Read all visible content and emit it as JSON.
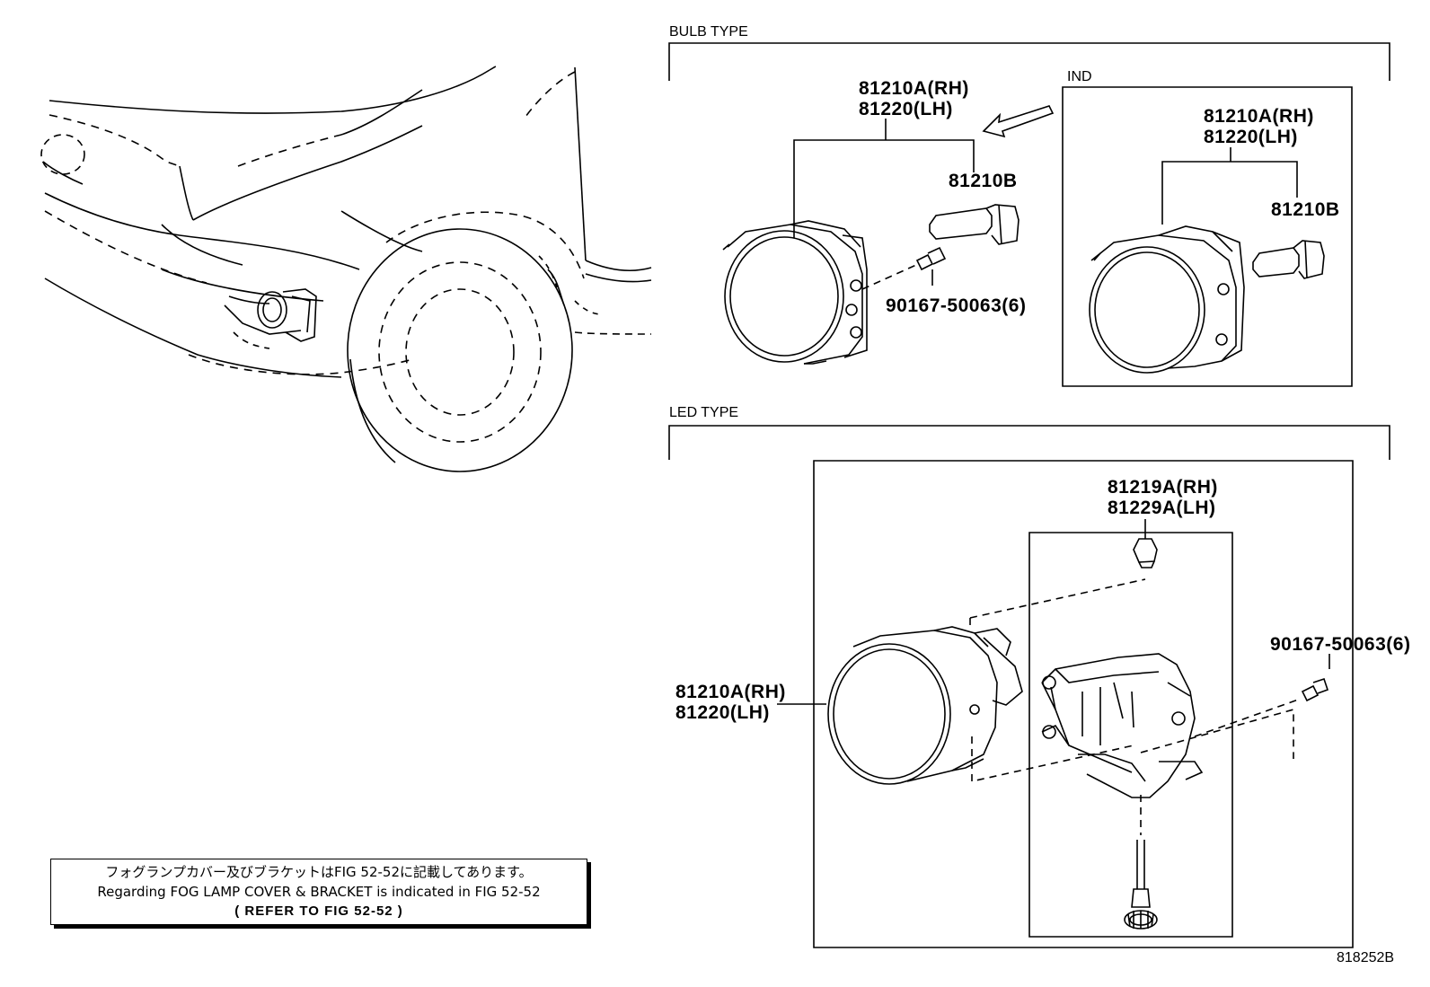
{
  "sections": {
    "bulb_type": "BULB TYPE",
    "ind": "IND",
    "led_type": "LED TYPE"
  },
  "parts": {
    "bulb_lamp_rh": "81210A(RH)",
    "bulb_lamp_lh": "81220(LH)",
    "bulb_bulb": "81210B",
    "bulb_screw": "90167-50063(6)",
    "ind_lamp_rh": "81210A(RH)",
    "ind_lamp_lh": "81220(LH)",
    "ind_bulb": "81210B",
    "led_bracket_rh": "81219A(RH)",
    "led_bracket_lh": "81229A(LH)",
    "led_screw": "90167-50063(6)",
    "led_lamp_rh": "81210A(RH)",
    "led_lamp_lh": "81220(LH)"
  },
  "note": {
    "line_jp": "フォグランプカバー及びブラケットはFIG 52-52に記載してあります。",
    "line_en": "Regarding FOG LAMP COVER & BRACKET is indicated in FIG 52-52",
    "line_ref": "(   REFER TO FIG 52-52   )"
  },
  "figure_number": "818252B"
}
